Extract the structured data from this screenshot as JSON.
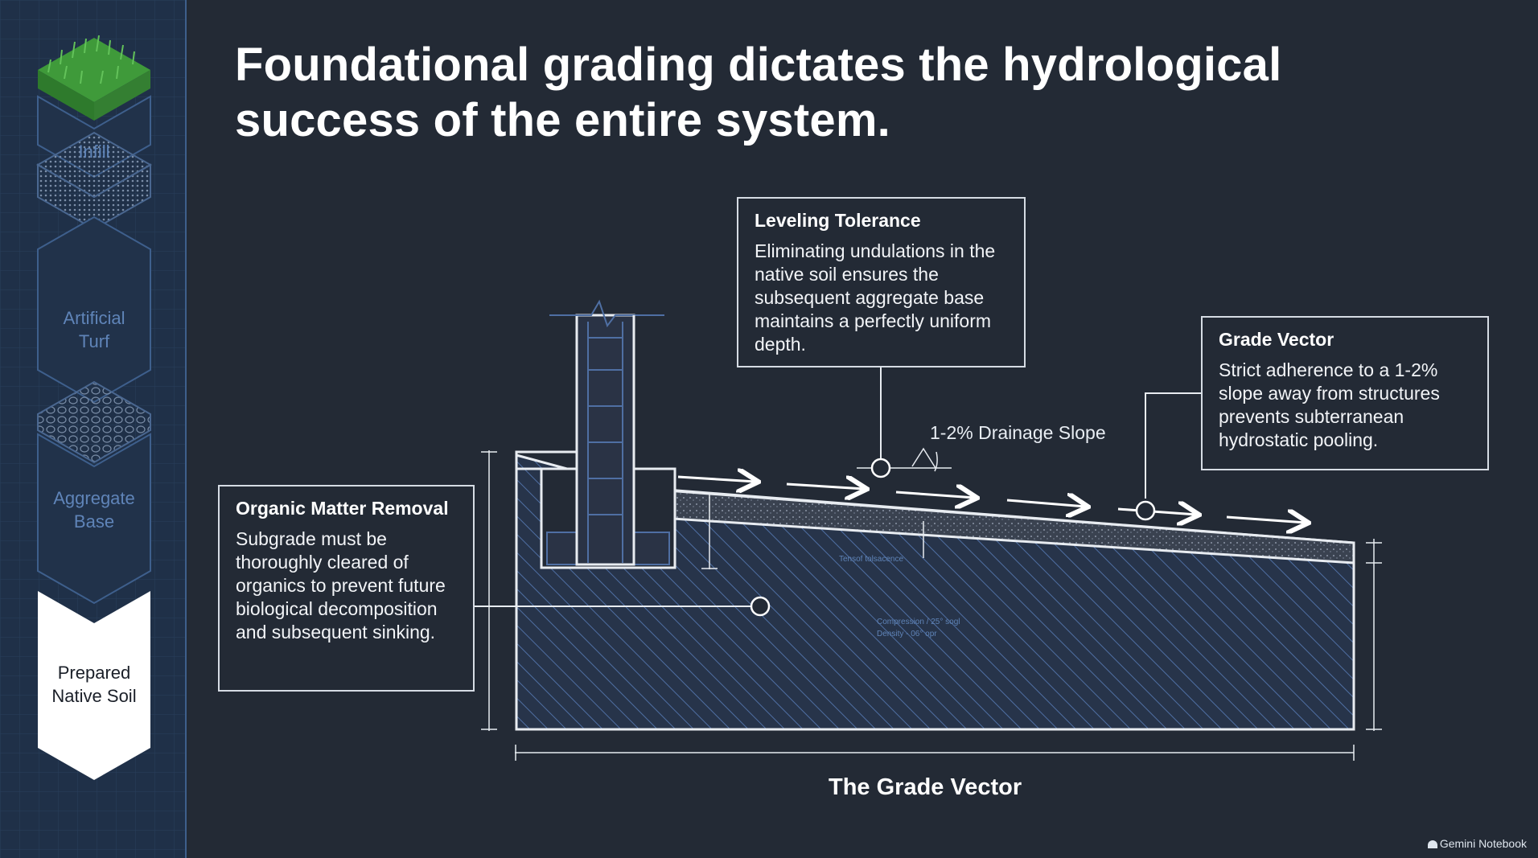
{
  "title": "Foundational grading dictates the hydrological success of the entire system.",
  "layers": [
    {
      "label": "Infill"
    },
    {
      "label": "Artificial Turf"
    },
    {
      "label": "Aggregate Base"
    },
    {
      "label": "Prepared Native Soil"
    }
  ],
  "callouts": {
    "leveling": {
      "title": "Leveling Tolerance",
      "body": "Eliminating undulations in the native soil ensures the subsequent aggregate base maintains a perfectly uniform depth."
    },
    "grade_vector": {
      "title": "Grade Vector",
      "body": "Strict adherence to a 1-2% slope away from structures prevents subterranean hydrostatic pooling."
    },
    "organic": {
      "title": "Organic Matter Removal",
      "body": "Subgrade must be thoroughly cleared of organics to prevent future biological decomposition and subsequent sinking."
    }
  },
  "slope_label": "1-2% Drainage Slope",
  "tiny_labels": {
    "tolerance": "Tensof tolsacence",
    "compression_1": "Compression / 25° sogl",
    "compression_2": "Density - 06° opr"
  },
  "caption": "The Grade Vector",
  "brand": "Gemini Notebook",
  "colors": {
    "background": "#232a35",
    "sidebar": "#1f3048",
    "accent_blue": "#3e5f8c",
    "hatch": "#4f6fa3",
    "grass": "#3f9a3a",
    "line": "#e8ecf1"
  }
}
